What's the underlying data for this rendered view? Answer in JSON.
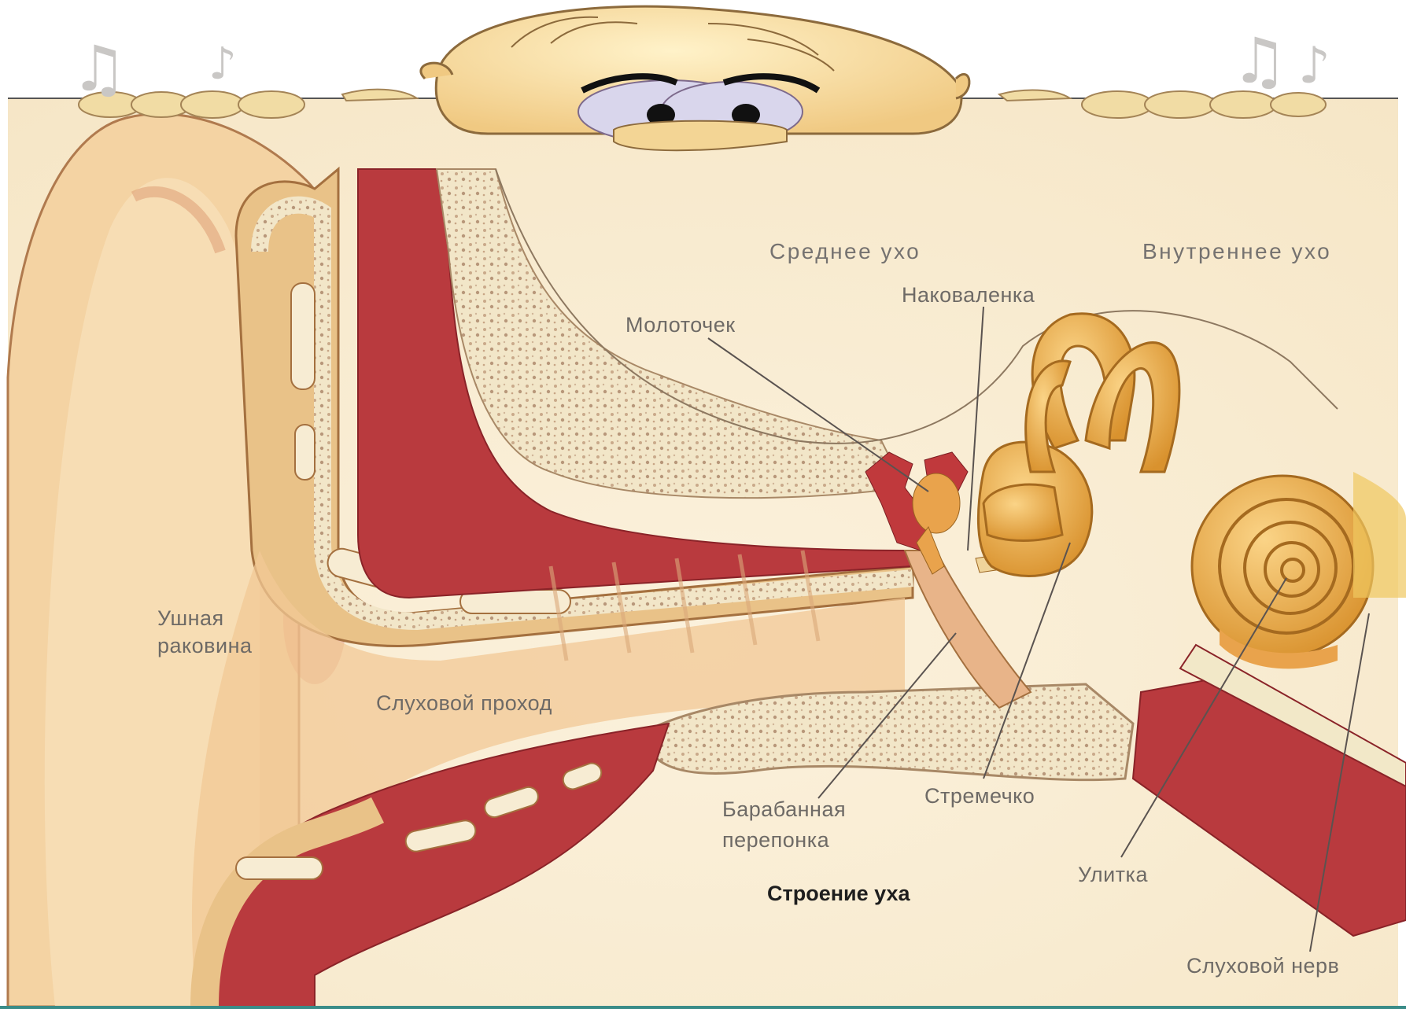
{
  "diagram": {
    "caption": "Строение уха",
    "section_labels": {
      "middle_ear": "Среднее ухо",
      "inner_ear": "Внутреннее ухо"
    },
    "parts": {
      "auricle_line1": "Ушная",
      "auricle_line2": "раковина",
      "ear_canal": "Слуховой проход",
      "malleus": "Молоточек",
      "incus": "Наковаленка",
      "eardrum_line1": "Барабанная",
      "eardrum_line2": "перепонка",
      "stapes": "Стремечко",
      "cochlea": "Улитка",
      "auditory_nerve": "Слуховой нерв"
    }
  },
  "decorations": {
    "mascot": "bald-cartoon-face-peeking",
    "music_notes": "music-note-icon",
    "fingers": "cartoon-fingers"
  },
  "colors": {
    "skin": "#f6ddb0",
    "cartilage": "#e9b77e",
    "red_tissue": "#b93a3e",
    "bone": "#f2e8c8",
    "inner_ear": "#e7a94a",
    "accent_bar": "#3a8c88"
  }
}
